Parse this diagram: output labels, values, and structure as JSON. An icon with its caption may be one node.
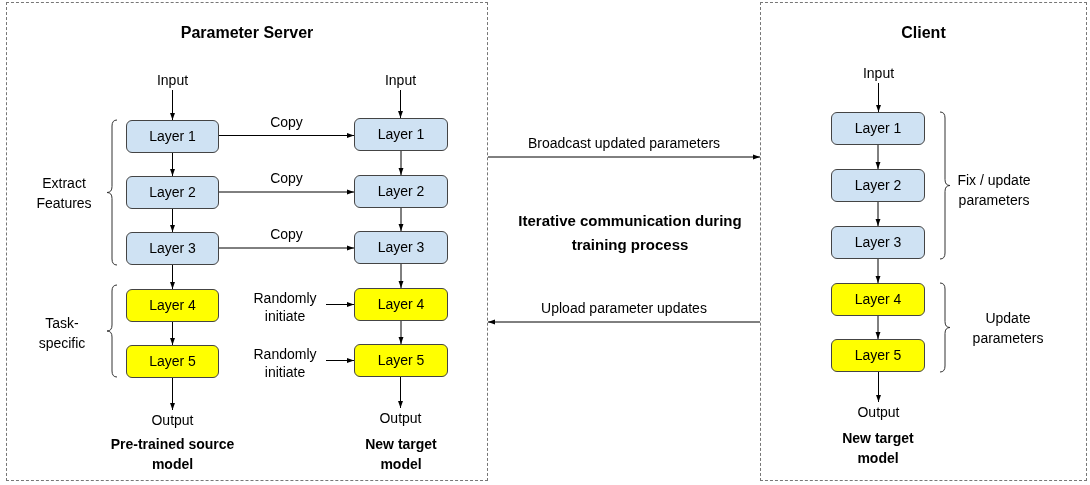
{
  "diagram": {
    "nodes": [
      {
        "text": [
          "Parameter Server"
        ]
      },
      {
        "text": [
          "Client"
        ]
      },
      {
        "text": [
          "Input"
        ],
        "in": 0
      },
      {
        "text": [
          "Layer 1"
        ],
        "in": 0
      },
      {
        "text": [
          "Layer 2"
        ],
        "in": 0
      },
      {
        "text": [
          "Layer 3"
        ],
        "in": 0
      },
      {
        "text": [
          "Layer 4"
        ],
        "in": 0
      },
      {
        "text": [
          "Layer 5"
        ],
        "in": 0
      },
      {
        "text": [
          "Output"
        ],
        "in": 0
      },
      {
        "text": [
          "Input"
        ],
        "in": 0
      },
      {
        "text": [
          "Layer 1"
        ],
        "in": 0
      },
      {
        "text": [
          "Layer 2"
        ],
        "in": 0
      },
      {
        "text": [
          "Layer 3"
        ],
        "in": 0
      },
      {
        "text": [
          "Layer 4"
        ],
        "in": 0
      },
      {
        "text": [
          "Layer 5"
        ],
        "in": 0
      },
      {
        "text": [
          "Output"
        ],
        "in": 0
      },
      {
        "text": [
          "Randomly initiate"
        ],
        "in": 0
      },
      {
        "text": [
          "Randomly initiate"
        ],
        "in": 0
      },
      {
        "text": [
          "Input"
        ],
        "in": 1
      },
      {
        "text": [
          "Layer 1"
        ],
        "in": 1
      },
      {
        "text": [
          "Layer 2"
        ],
        "in": 1
      },
      {
        "text": [
          "Layer 3"
        ],
        "in": 1
      },
      {
        "text": [
          "Layer 4"
        ],
        "in": 1
      },
      {
        "text": [
          "Layer 5"
        ],
        "in": 1
      },
      {
        "text": [
          "Output"
        ],
        "in": 1
      }
    ],
    "edges": [
      {
        "from": 2,
        "to": 3,
        "arrow": "to"
      },
      {
        "from": 3,
        "to": 4,
        "arrow": "to"
      },
      {
        "from": 4,
        "to": 5,
        "arrow": "to"
      },
      {
        "from": 5,
        "to": 6,
        "arrow": "to"
      },
      {
        "from": 6,
        "to": 7,
        "arrow": "to"
      },
      {
        "from": 7,
        "to": 8,
        "arrow": "to"
      },
      {
        "from": 9,
        "to": 10,
        "arrow": "to"
      },
      {
        "from": 10,
        "to": 11,
        "arrow": "to"
      },
      {
        "from": 11,
        "to": 12,
        "arrow": "to"
      },
      {
        "from": 12,
        "to": 13,
        "arrow": "to"
      },
      {
        "from": 13,
        "to": 14,
        "arrow": "to"
      },
      {
        "from": 14,
        "to": 15,
        "arrow": "to"
      },
      {
        "from": 3,
        "to": 10,
        "arrow": "to",
        "label": "Copy"
      },
      {
        "from": 4,
        "to": 11,
        "arrow": "to",
        "label": "Copy"
      },
      {
        "from": 5,
        "to": 12,
        "arrow": "to",
        "label": "Copy"
      },
      {
        "from": 16,
        "to": 13,
        "arrow": "to"
      },
      {
        "from": 17,
        "to": 14,
        "arrow": "to"
      },
      {
        "from": 0,
        "to": 1,
        "arrow": "to",
        "label": "Broadcast updated parameters"
      },
      {
        "from": 1,
        "to": 0,
        "arrow": "to",
        "label": "Upload parameter updates"
      },
      {
        "from": 18,
        "to": 19,
        "arrow": "to"
      },
      {
        "from": 19,
        "to": 20,
        "arrow": "to"
      },
      {
        "from": 20,
        "to": 21,
        "arrow": "to"
      },
      {
        "from": 21,
        "to": 22,
        "arrow": "to"
      },
      {
        "from": 22,
        "to": 23,
        "arrow": "to"
      },
      {
        "from": 23,
        "to": 24,
        "arrow": "to"
      }
    ],
    "labels": [
      "Extract Features",
      "Task-specific",
      "Iterative communication during training process",
      "Fix / update parameters",
      "Update parameters",
      "Pre-trained source model",
      "New target model",
      "New target model"
    ]
  }
}
